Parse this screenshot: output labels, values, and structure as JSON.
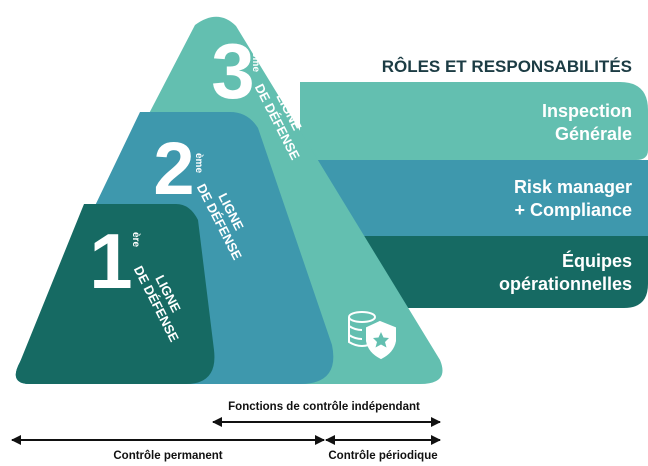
{
  "heading": "RÔLES ET RESPONSABILITÉS",
  "lines": [
    {
      "number": "3",
      "suffix": "ème",
      "line1": "LIGNE",
      "line2": "DE DÉFENSE"
    },
    {
      "number": "2",
      "suffix": "ème",
      "line1": "LIGNE",
      "line2": "DE DÉFENSE"
    },
    {
      "number": "1",
      "suffix": "ère",
      "line1": "LIGNE",
      "line2": "DE DÉFENSE"
    }
  ],
  "roles": [
    {
      "line1": "Inspection",
      "line2": "Générale"
    },
    {
      "line1": "Risk manager",
      "line2": "+ Compliance"
    },
    {
      "line1": "Équipes",
      "line2": "opérationnelles"
    }
  ],
  "arrows": {
    "independent": "Fonctions de contrôle indépendant",
    "permanent": "Contrôle permanent",
    "periodic": "Contrôle périodique"
  },
  "colors": {
    "light_teal": "#63bfb0",
    "mid_blue": "#3e98ad",
    "dark_teal": "#166a63",
    "heading": "#1c3c44",
    "arrow": "#111111"
  },
  "icon": "database-shield-star-icon"
}
